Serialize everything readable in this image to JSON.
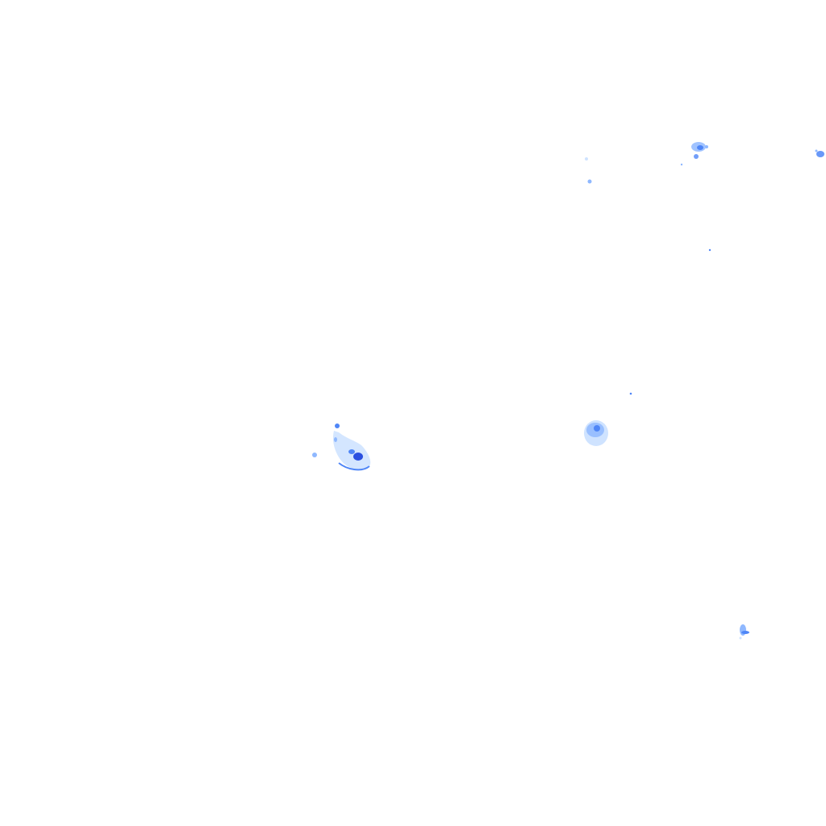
{
  "map": {
    "type": "radar-precipitation-overlay",
    "background": "#ffffff",
    "palette": {
      "light": "#cfe3ff",
      "medium": "#8fb8ff",
      "strong": "#4f86f7",
      "heavy": "#2a4fe0"
    },
    "echoes": [
      {
        "id": "north-east-cell",
        "intensity": "medium"
      },
      {
        "id": "far-east-edge-cell",
        "intensity": "strong"
      },
      {
        "id": "north-small-cell",
        "intensity": "light"
      },
      {
        "id": "central-west-cell",
        "intensity": "heavy"
      },
      {
        "id": "central-east-cell",
        "intensity": "medium"
      },
      {
        "id": "south-east-cell",
        "intensity": "medium"
      }
    ]
  }
}
